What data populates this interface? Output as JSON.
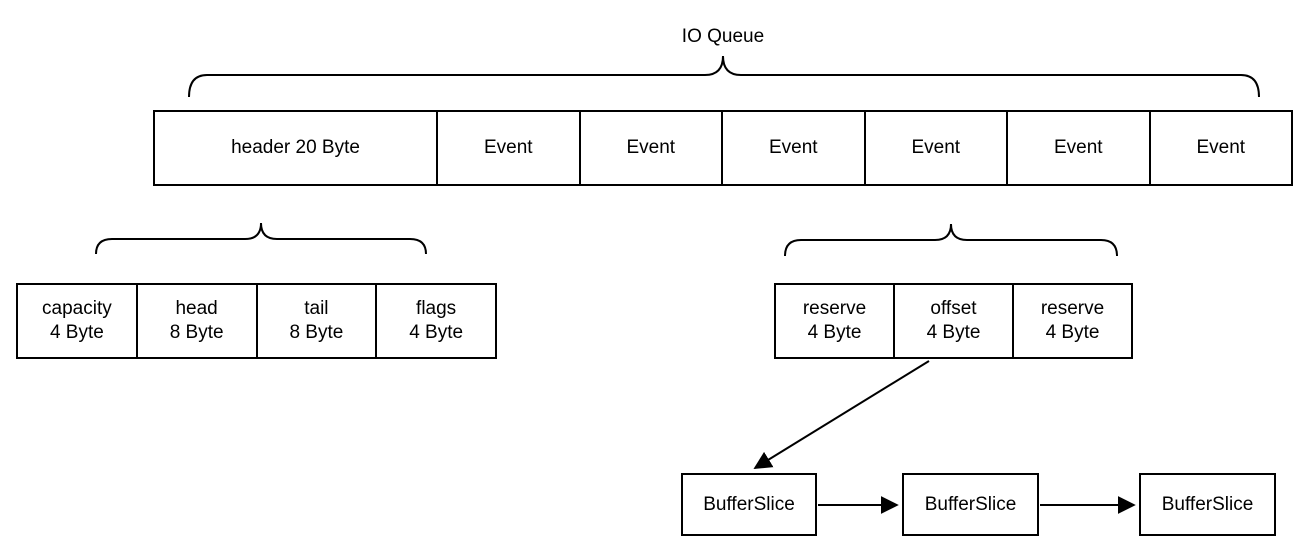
{
  "diagram": {
    "title": "IO Queue",
    "queue": {
      "cells": [
        {
          "label": "header 20 Byte"
        },
        {
          "label": "Event"
        },
        {
          "label": "Event"
        },
        {
          "label": "Event"
        },
        {
          "label": "Event"
        },
        {
          "label": "Event"
        },
        {
          "label": "Event"
        }
      ]
    },
    "header_fields": [
      {
        "name": "capacity",
        "size": "4 Byte"
      },
      {
        "name": "head",
        "size": "8 Byte"
      },
      {
        "name": "tail",
        "size": "8 Byte"
      },
      {
        "name": "flags",
        "size": "4 Byte"
      }
    ],
    "event_fields": [
      {
        "name": "reserve",
        "size": "4 Byte"
      },
      {
        "name": "offset",
        "size": "4 Byte"
      },
      {
        "name": "reserve",
        "size": "4 Byte"
      }
    ],
    "buffer_slices": [
      {
        "label": "BufferSlice"
      },
      {
        "label": "BufferSlice"
      },
      {
        "label": "BufferSlice"
      }
    ],
    "colors": {
      "stroke": "#000000",
      "text": "#000000",
      "background": "#ffffff"
    }
  }
}
